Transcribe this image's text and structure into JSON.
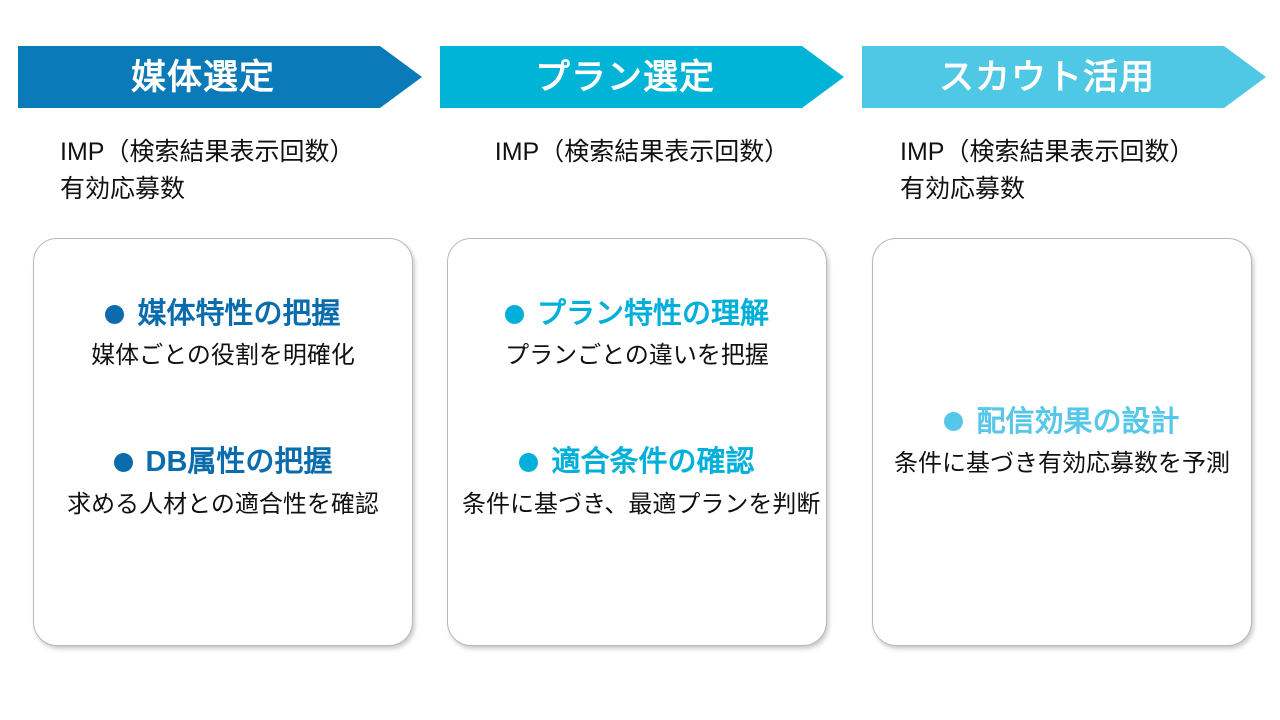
{
  "slide": {
    "background_color": "#ffffff",
    "title_text_color": "#ffffff"
  },
  "columns": [
    {
      "id": "media-selection",
      "header": {
        "label": "媒体選定",
        "fill_color": "#0a7ab8",
        "text_color": "#ffffff"
      },
      "metrics": [
        "IMP（検索結果表示回数）",
        "有効応募数"
      ],
      "metrics_align": "left",
      "card": {
        "border_color": "#b8b8b8",
        "background": "#ffffff",
        "items": [
          {
            "bullet_icon": "filled-circle-bullet",
            "heading": "媒体特性の把握",
            "heading_color": "#0a6cad",
            "description": "媒体ごとの役割を明確化"
          },
          {
            "bullet_icon": "filled-circle-bullet",
            "heading": "DB属性の把握",
            "heading_color": "#0a6cad",
            "description": "求める人材との適合性を確認"
          }
        ]
      }
    },
    {
      "id": "plan-selection",
      "header": {
        "label": "プラン選定",
        "fill_color": "#00b4d8",
        "text_color": "#ffffff"
      },
      "metrics": [
        "IMP（検索結果表示回数）"
      ],
      "metrics_align": "center",
      "card": {
        "border_color": "#b8b8b8",
        "background": "#ffffff",
        "items": [
          {
            "bullet_icon": "filled-circle-bullet",
            "heading": "プラン特性の理解",
            "heading_color": "#00b0da",
            "description": "プランごとの違いを把握"
          },
          {
            "bullet_icon": "filled-circle-bullet",
            "heading": "適合条件の確認",
            "heading_color": "#00b0da",
            "description": "条件に基づき、最適プランを判断"
          }
        ]
      }
    },
    {
      "id": "scout-utilization",
      "header": {
        "label": "スカウト活用",
        "fill_color": "#4ec8e4",
        "text_color": "#ffffff"
      },
      "metrics": [
        "IMP（検索結果表示回数）",
        "有効応募数"
      ],
      "metrics_align": "left",
      "card": {
        "border_color": "#b8b8b8",
        "background": "#ffffff",
        "items": [
          {
            "bullet_icon": "filled-circle-bullet",
            "heading": "配信効果の設計",
            "heading_color": "#56c7e8",
            "description": "条件に基づき有効応募数を予測"
          }
        ]
      }
    }
  ]
}
